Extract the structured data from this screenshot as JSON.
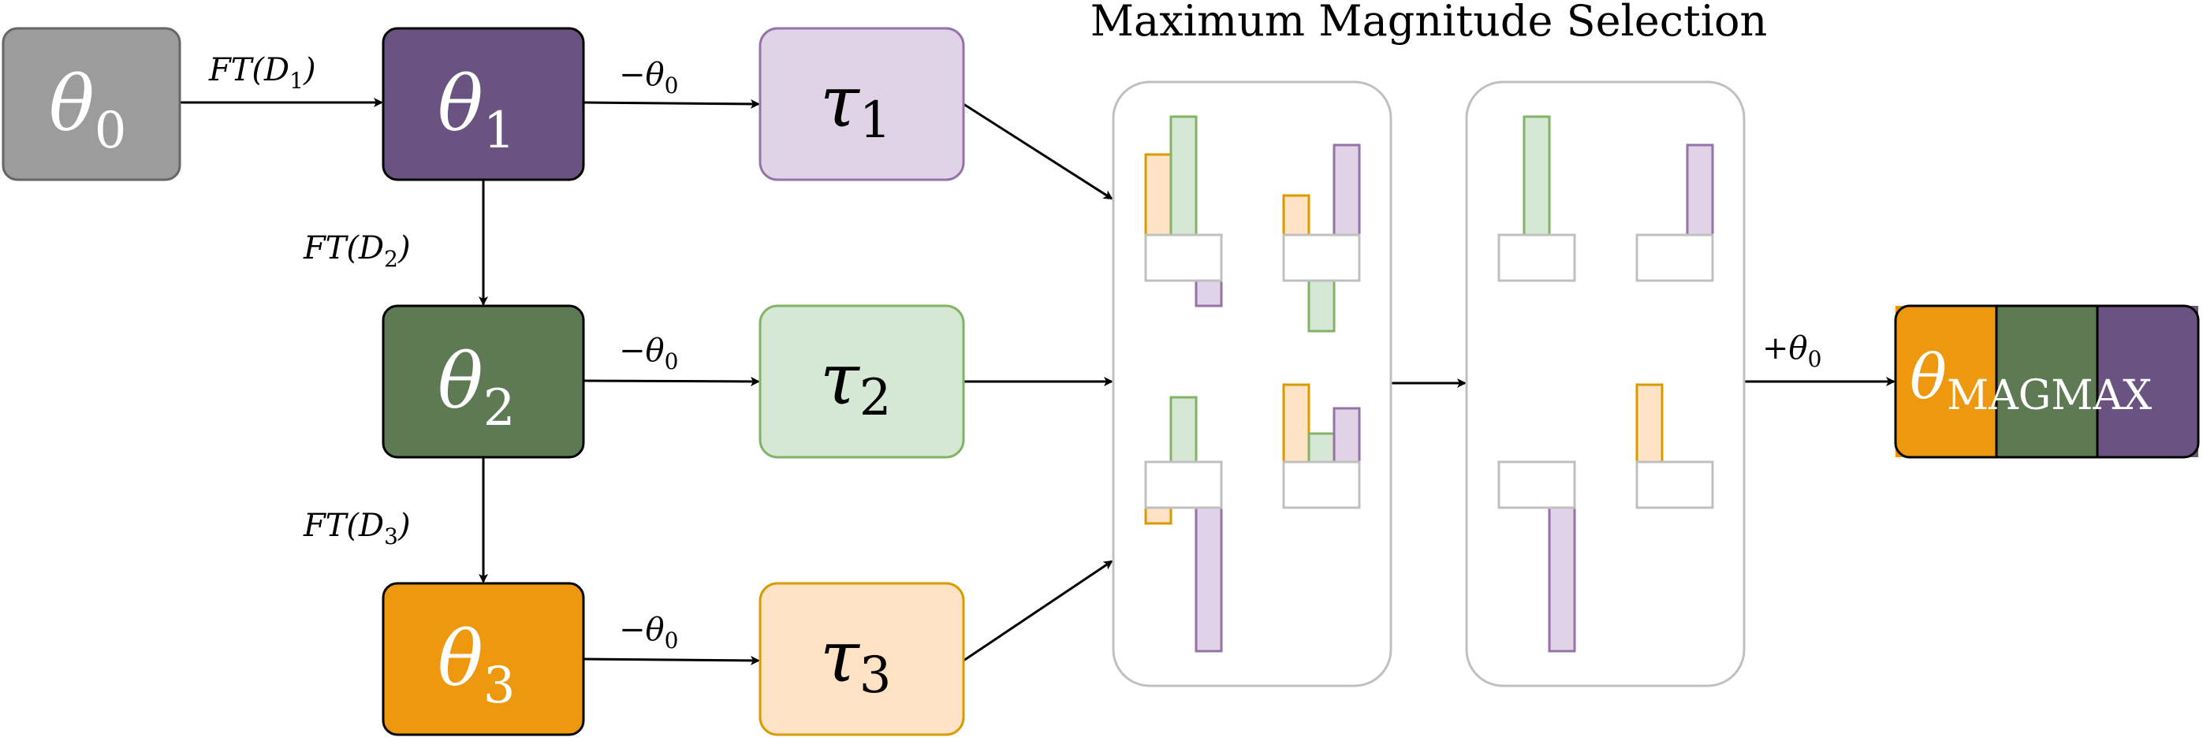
{
  "title": "Maximum Magnitude Selection",
  "colors": {
    "theta0_fill": "#9c9c9c",
    "theta0_stroke": "#666666",
    "purple_fill": "#6a5380",
    "green_fill": "#5e7a55",
    "orange_fill": "#ed980e",
    "purple_light": "#e0d3e8",
    "purple_stroke": "#9673a6",
    "green_light": "#d5e8d4",
    "green_stroke": "#82b366",
    "orange_light": "#ffe2c4",
    "orange_stroke": "#d79b00",
    "panel_stroke": "#c0c0c0"
  },
  "nodes": {
    "theta0": {
      "sym": "θ",
      "sub": "0"
    },
    "theta1": {
      "sym": "θ",
      "sub": "1"
    },
    "theta2": {
      "sym": "θ",
      "sub": "2"
    },
    "theta3": {
      "sym": "θ",
      "sub": "3"
    },
    "tau1": {
      "sym": "τ",
      "sub": "1"
    },
    "tau2": {
      "sym": "τ",
      "sub": "2"
    },
    "tau3": {
      "sym": "τ",
      "sub": "3"
    },
    "magmax": {
      "sym": "θ",
      "sub": "MAGMAX"
    }
  },
  "edges": {
    "ft1": {
      "pre": "FT(D",
      "sub": "1",
      "post": ")"
    },
    "ft2": {
      "pre": "FT(D",
      "sub": "2",
      "post": ")"
    },
    "ft3": {
      "pre": "FT(D",
      "sub": "3",
      "post": ")"
    },
    "minus1": {
      "pre": "−θ",
      "sub": "0"
    },
    "minus2": {
      "pre": "−θ",
      "sub": "0"
    },
    "minus3": {
      "pre": "−θ",
      "sub": "0"
    },
    "plus": {
      "pre": "+θ",
      "sub": "0"
    }
  }
}
